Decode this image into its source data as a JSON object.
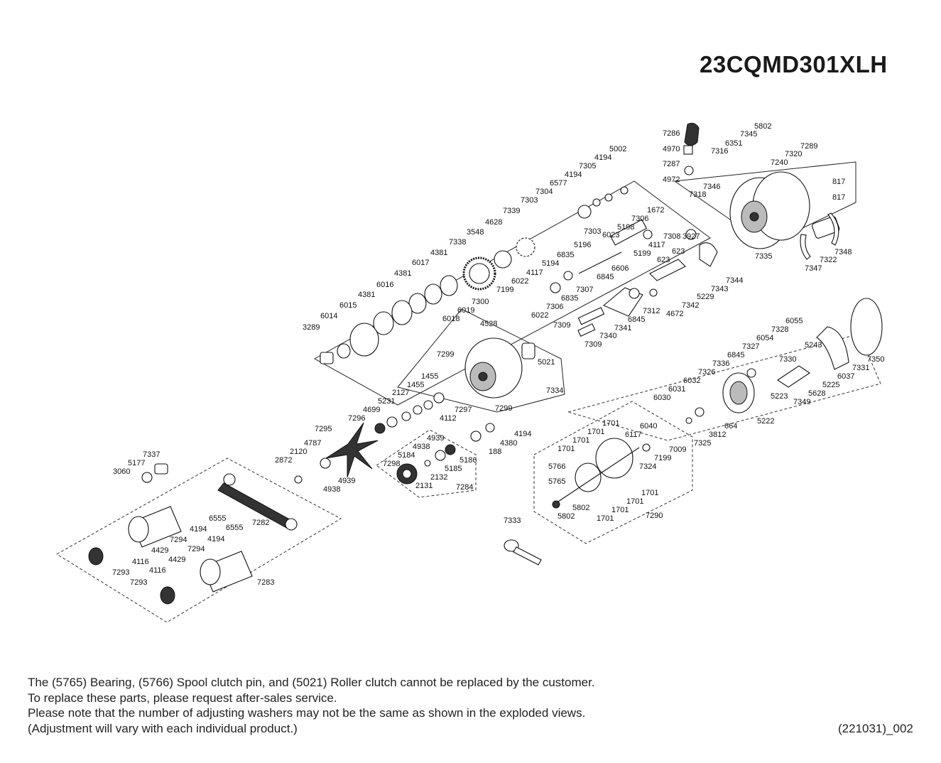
{
  "title": "23CQMD301XLH",
  "notes": [
    "The (5765) Bearing, (5766) Spool clutch pin, and (5021) Roller clutch cannot be replaced by the customer.",
    "To replace these parts, please request after-sales service.",
    "Please note that the number of adjusting washers may not be the same as shown in the exploded views.",
    "(Adjustment will vary with each individual product.)"
  ],
  "doc_code": "(221031)_002",
  "part_labels": {
    "p7286": "7286",
    "p4970": "4970",
    "p7287": "7287",
    "p4972": "4972",
    "p5802a": "5802",
    "p7345": "7345",
    "p6351": "6351",
    "p7316": "7316",
    "p7289": "7289",
    "p7320": "7320",
    "p7240": "7240",
    "p817a": "817",
    "p817b": "817",
    "p7346": "7346",
    "p7318": "7318",
    "p7335": "7335",
    "p7348": "7348",
    "p7322": "7322",
    "p7347": "7347",
    "p5002": "5002",
    "p4194a": "4194",
    "p7305": "7305",
    "p4194b": "4194",
    "p6577": "6577",
    "p7304": "7304",
    "p7303a": "7303",
    "p7303b": "7303",
    "p7339": "7339",
    "p4628": "4628",
    "p3548": "3548",
    "p7338": "7338",
    "p4381a": "4381",
    "p6017": "6017",
    "p4381b": "4381",
    "p6016": "6016",
    "p4381c": "4381",
    "p6015": "6015",
    "p6014": "6014",
    "p3289": "3289",
    "p7300": "7300",
    "p6019": "6019",
    "p6018": "6018",
    "p1672": "1672",
    "p7306a": "7306",
    "p5198": "5198",
    "p6023": "6023",
    "p3927": "3927",
    "p4117a": "4117",
    "p7308": "7308",
    "p5199": "5199",
    "p623a": "623",
    "p623b": "623",
    "p5196": "5196",
    "p6835a": "6835",
    "p5194": "5194",
    "p4117b": "4117",
    "p6022a": "6022",
    "p7199a": "7199",
    "p6022b": "6022",
    "p7306b": "7306",
    "p6835b": "6835",
    "p7307": "7307",
    "p6845a": "6845",
    "p6606": "6606",
    "p7344": "7344",
    "p7343": "7343",
    "p5229": "5229",
    "p7342": "7342",
    "p4672": "4672",
    "p7312": "7312",
    "p6845b": "6845",
    "p7341": "7341",
    "p7309a": "7309",
    "p7340": "7340",
    "p7309b": "7309",
    "p4528": "4528",
    "p7299a": "7299",
    "p5021": "5021",
    "p7334": "7334",
    "p7299b": "7299",
    "p1455a": "1455",
    "p1455b": "1455",
    "p2127": "2127",
    "p5231": "5231",
    "p4699": "4699",
    "p7296": "7296",
    "p7297": "7297",
    "p4112": "4112",
    "p4194c": "4194",
    "p4380": "4380",
    "p188": "188",
    "p7295": "7295",
    "p4939a": "4939",
    "p4938a": "4938",
    "p5184": "5184",
    "p7298": "7298",
    "p5186": "5186",
    "p5185": "5185",
    "p2132": "2132",
    "p2131": "2131",
    "p7284": "7284",
    "p4787": "4787",
    "p2120": "2120",
    "p2872": "2872",
    "p4938b": "4938",
    "p4939b": "4939",
    "p7337": "7337",
    "p5177": "5177",
    "p3060": "3060",
    "p6555a": "6555",
    "p4194d": "4194",
    "p7294a": "7294",
    "p6555b": "6555",
    "p7282": "7282",
    "p4194e": "4194",
    "p4429a": "4429",
    "p4116a": "4116",
    "p7293a": "7293",
    "p7294b": "7294",
    "p4429b": "4429",
    "p4116b": "4116",
    "p7293b": "7293",
    "p7283": "7283",
    "p6055": "6055",
    "p7328": "7328",
    "p6054": "6054",
    "p5243": "5243",
    "p7327": "7327",
    "p7350": "7350",
    "p6845c": "6845",
    "p7336": "7336",
    "p7330": "7330",
    "p7331": "7331",
    "p6037": "6037",
    "p7326": "7326",
    "p5225": "5225",
    "p6032": "6032",
    "p6031": "6031",
    "p5223": "5223",
    "p5628": "5628",
    "p6030": "6030",
    "p7349": "7349",
    "p5222": "5222",
    "p664": "664",
    "p3812": "3812",
    "p7325": "7325",
    "p1701a": "1701",
    "p1701b": "1701",
    "p1701c": "1701",
    "p1701d": "1701",
    "p6117": "6117",
    "p6040": "6040",
    "p7009": "7009",
    "p7199b": "7199",
    "p7324": "7324",
    "p5766": "5766",
    "p5765": "5765",
    "p1701e": "1701",
    "p1701f": "1701",
    "p1701g": "1701",
    "p1701h": "1701",
    "p5802b": "5802",
    "p5802c": "5802",
    "p7290": "7290",
    "p7333": "7333"
  }
}
